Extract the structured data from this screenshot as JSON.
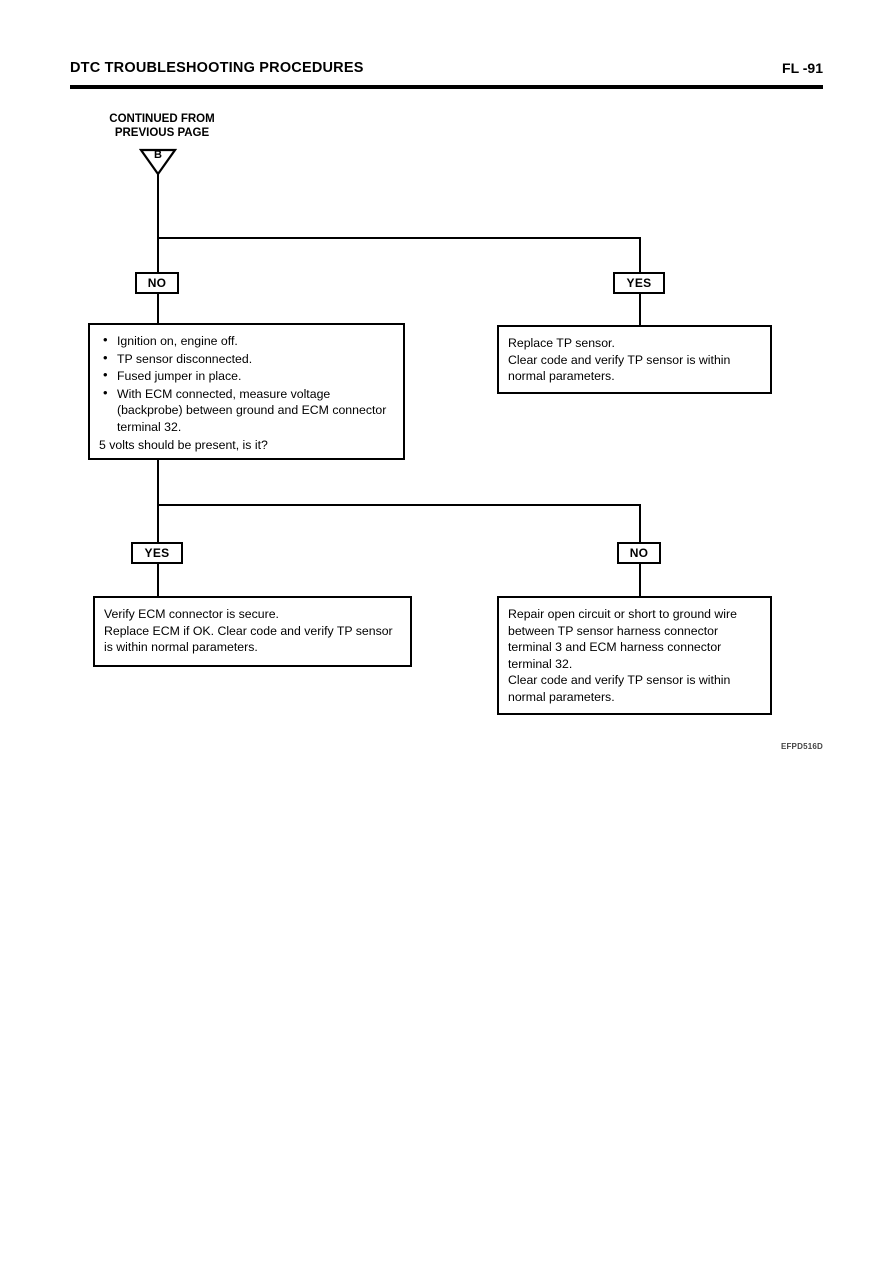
{
  "header": {
    "title": "DTC TROUBLESHOOTING PROCEDURES",
    "page_label": "FL -91"
  },
  "flowchart": {
    "entry": {
      "caption_line1": "CONTINUED FROM",
      "caption_line2": "PREVIOUS PAGE",
      "connector_letter": "B"
    },
    "branch1": {
      "left_tag": "NO",
      "right_tag": "YES"
    },
    "branch2": {
      "left_tag": "YES",
      "right_tag": "NO"
    },
    "boxes": {
      "test_step": {
        "bullets": [
          "Ignition on, engine off.",
          "TP sensor disconnected.",
          "Fused jumper in place.",
          "With ECM connected, measure voltage (backprobe) between ground and ECM connector terminal 32."
        ],
        "question": "5 volts should be present, is it?"
      },
      "replace_tp_sensor": {
        "line1": "Replace TP sensor.",
        "line2": "Clear code and verify TP sensor is within normal parameters."
      },
      "verify_ecm": {
        "line1": "Verify ECM connector is secure.",
        "line2": "Replace ECM if OK. Clear code and verify TP sensor is within normal parameters."
      },
      "repair_circuit": {
        "line1": "Repair open circuit or short to ground wire between TP sensor harness connector terminal 3 and ECM harness connector terminal 32.",
        "line2": "Clear code and verify TP sensor is within normal parameters."
      }
    }
  },
  "figure_code": "EFPD516D"
}
